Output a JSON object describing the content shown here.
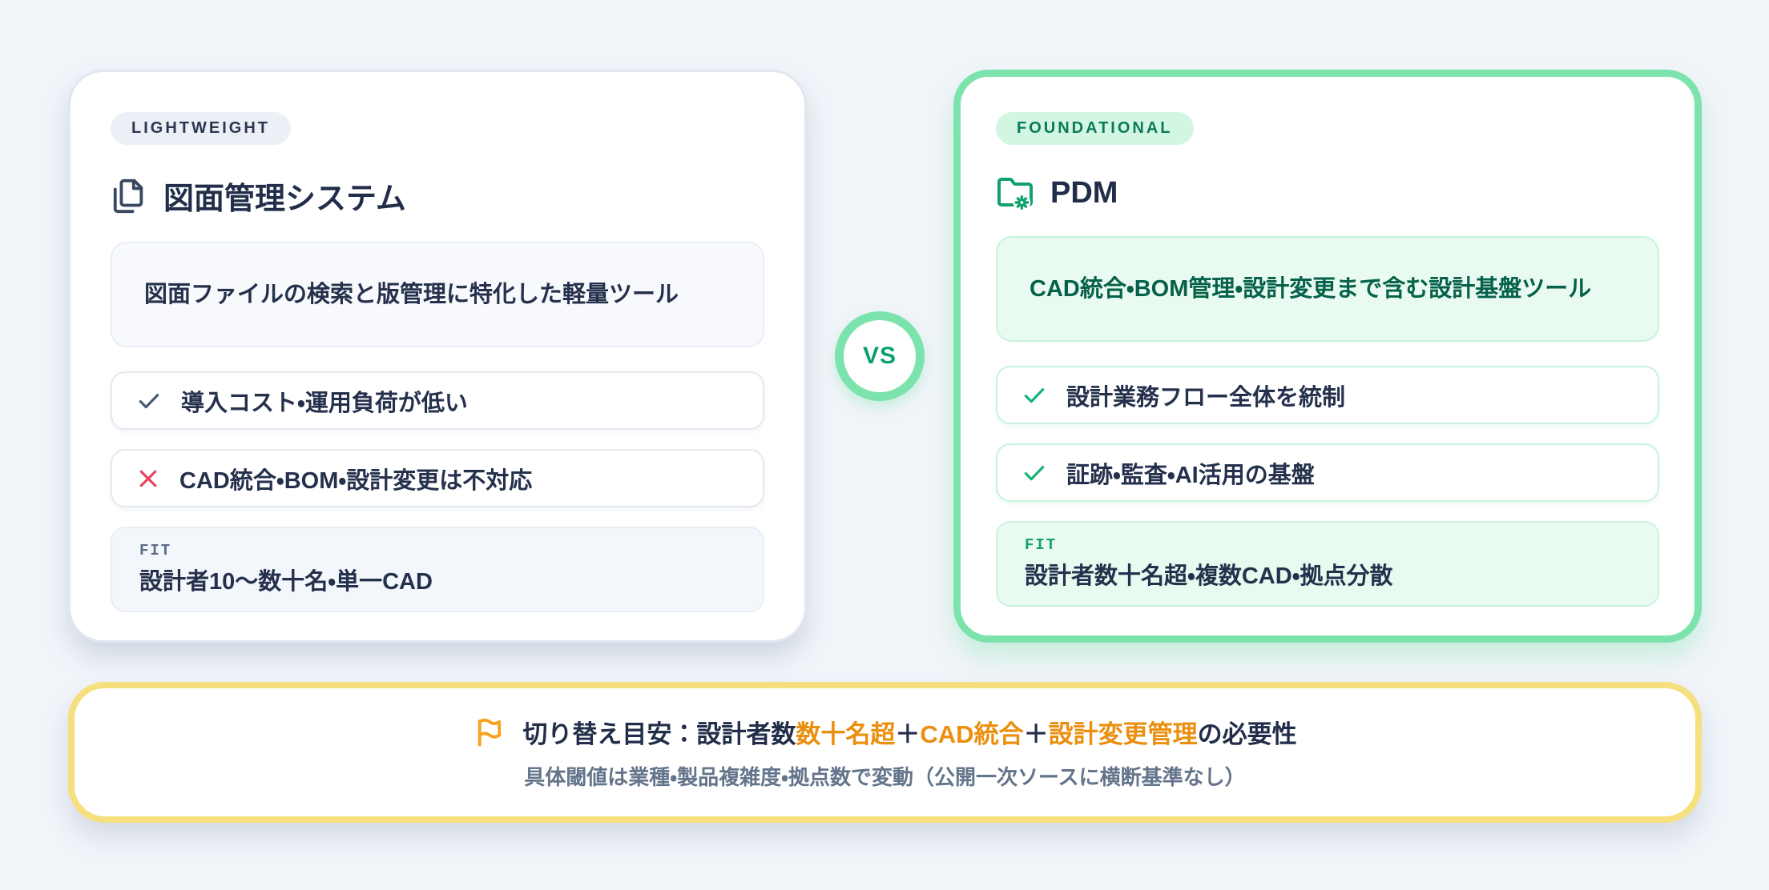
{
  "vs": {
    "label": "VS"
  },
  "left_card": {
    "badge": "LIGHTWEIGHT",
    "title": "図面管理システム",
    "icon": "files-icon",
    "description": "図面ファイルの検索と版管理に特化した軽量ツール",
    "features": [
      {
        "icon": "check-icon",
        "text": "導入コスト・運用負荷が低い"
      },
      {
        "icon": "x-icon",
        "text": "CAD統合・BOM・設計変更は不対応"
      }
    ],
    "fit_label": "FIT",
    "fit_value": "設計者10〜数十名・単一CAD"
  },
  "right_card": {
    "badge": "FOUNDATIONAL",
    "title": "PDM",
    "icon": "folder-cog-icon",
    "description": "CAD統合・BOM管理・設計変更まで含む設計基盤ツール",
    "features": [
      {
        "icon": "check-icon",
        "text": "設計業務フロー全体を統制"
      },
      {
        "icon": "check-icon",
        "text": "証跡・監査・AI活用の基盤"
      }
    ],
    "fit_label": "FIT",
    "fit_value": "設計者数十名超・複数CAD・拠点分散"
  },
  "banner": {
    "icon": "flag-icon",
    "title_segments": [
      {
        "text": "切り替え目安：設計者数",
        "tone": "dark"
      },
      {
        "text": "数十名超",
        "tone": "accent"
      },
      {
        "text": "＋",
        "tone": "dark"
      },
      {
        "text": "CAD統合",
        "tone": "accent"
      },
      {
        "text": "＋",
        "tone": "dark"
      },
      {
        "text": "設計変更管理",
        "tone": "accent"
      },
      {
        "text": "の必要性",
        "tone": "dark"
      }
    ],
    "subtitle": "具体閾値は業種・製品複雑度・拠点数で変動（公開一次ソースに横断基準なし）"
  },
  "colors": {
    "background": "#F1F4F9",
    "ink": "#24304A",
    "green_border": "#7DE3AD",
    "green_text": "#0A7A58",
    "mint_bg": "#E9FAF0",
    "red_x": "#E84560",
    "yellow_border": "#F6DF7D",
    "orange_text": "#EA8F0E",
    "flag_orange": "#F6A21E",
    "muted_text": "#64748B"
  }
}
